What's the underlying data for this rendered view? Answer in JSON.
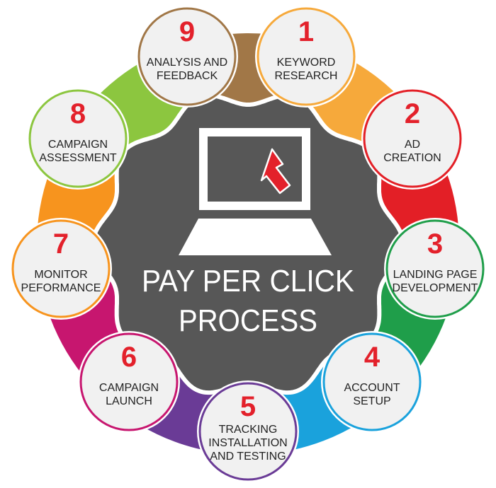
{
  "title": {
    "line1": "PAY PER CLICK",
    "line2": "PROCESS"
  },
  "center_icon": "laptop-with-cursor-icon",
  "colors": {
    "hub": "#575757",
    "hub_border": "#ffffff",
    "number": "#e3212b",
    "cursor": "#e3212b",
    "icon": "#ffffff",
    "title": "#ffffff",
    "label": "#222222"
  },
  "steps": [
    {
      "number": "1",
      "lines": [
        "KEYWORD",
        "RESEARCH"
      ],
      "color": "#f6a93b"
    },
    {
      "number": "2",
      "lines": [
        "AD",
        "CREATION"
      ],
      "color": "#e31f26"
    },
    {
      "number": "3",
      "lines": [
        "LANDING PAGE",
        "DEVELOPMENT"
      ],
      "color": "#1f9e4a"
    },
    {
      "number": "4",
      "lines": [
        "ACCOUNT",
        "SETUP"
      ],
      "color": "#1aa2dc"
    },
    {
      "number": "5",
      "lines": [
        "TRACKING",
        "INSTALLATION",
        "AND TESTING"
      ],
      "color": "#6a3b96"
    },
    {
      "number": "6",
      "lines": [
        "CAMPAIGN",
        "LAUNCH"
      ],
      "color": "#c7166f"
    },
    {
      "number": "7",
      "lines": [
        "MONITOR",
        "PEFORMANCE"
      ],
      "color": "#f7941e"
    },
    {
      "number": "8",
      "lines": [
        "CAMPAIGN",
        "ASSESSMENT"
      ],
      "color": "#8cc63f"
    },
    {
      "number": "9",
      "lines": [
        "ANALYSIS AND",
        "FEEDBACK"
      ],
      "color": "#a17747"
    }
  ]
}
